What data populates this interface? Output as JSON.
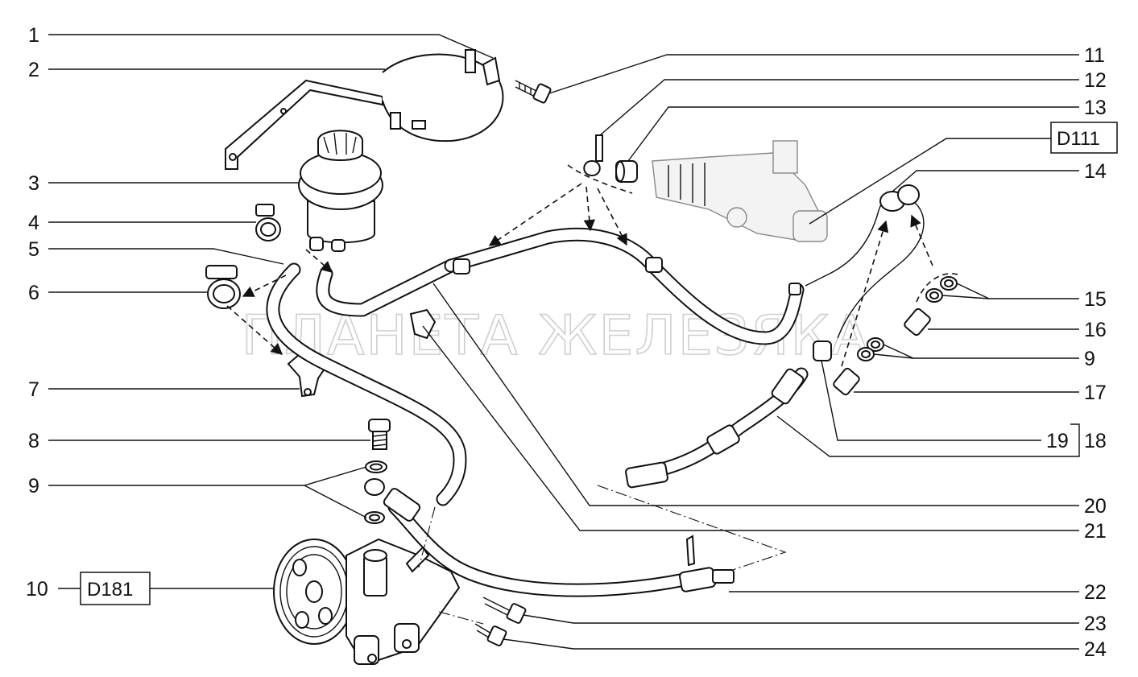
{
  "watermark": "ПЛАНЕТА ЖЕЛЕЗЯКА",
  "callouts": {
    "left": [
      "1",
      "2",
      "3",
      "4",
      "5",
      "6",
      "7",
      "8",
      "9",
      "10"
    ],
    "right": [
      "11",
      "12",
      "13",
      "14",
      "15",
      "16",
      "9",
      "17",
      "19",
      "18",
      "20",
      "21",
      "22",
      "23",
      "24"
    ]
  },
  "references": {
    "pump": "D181",
    "steering_gear": "D111"
  }
}
